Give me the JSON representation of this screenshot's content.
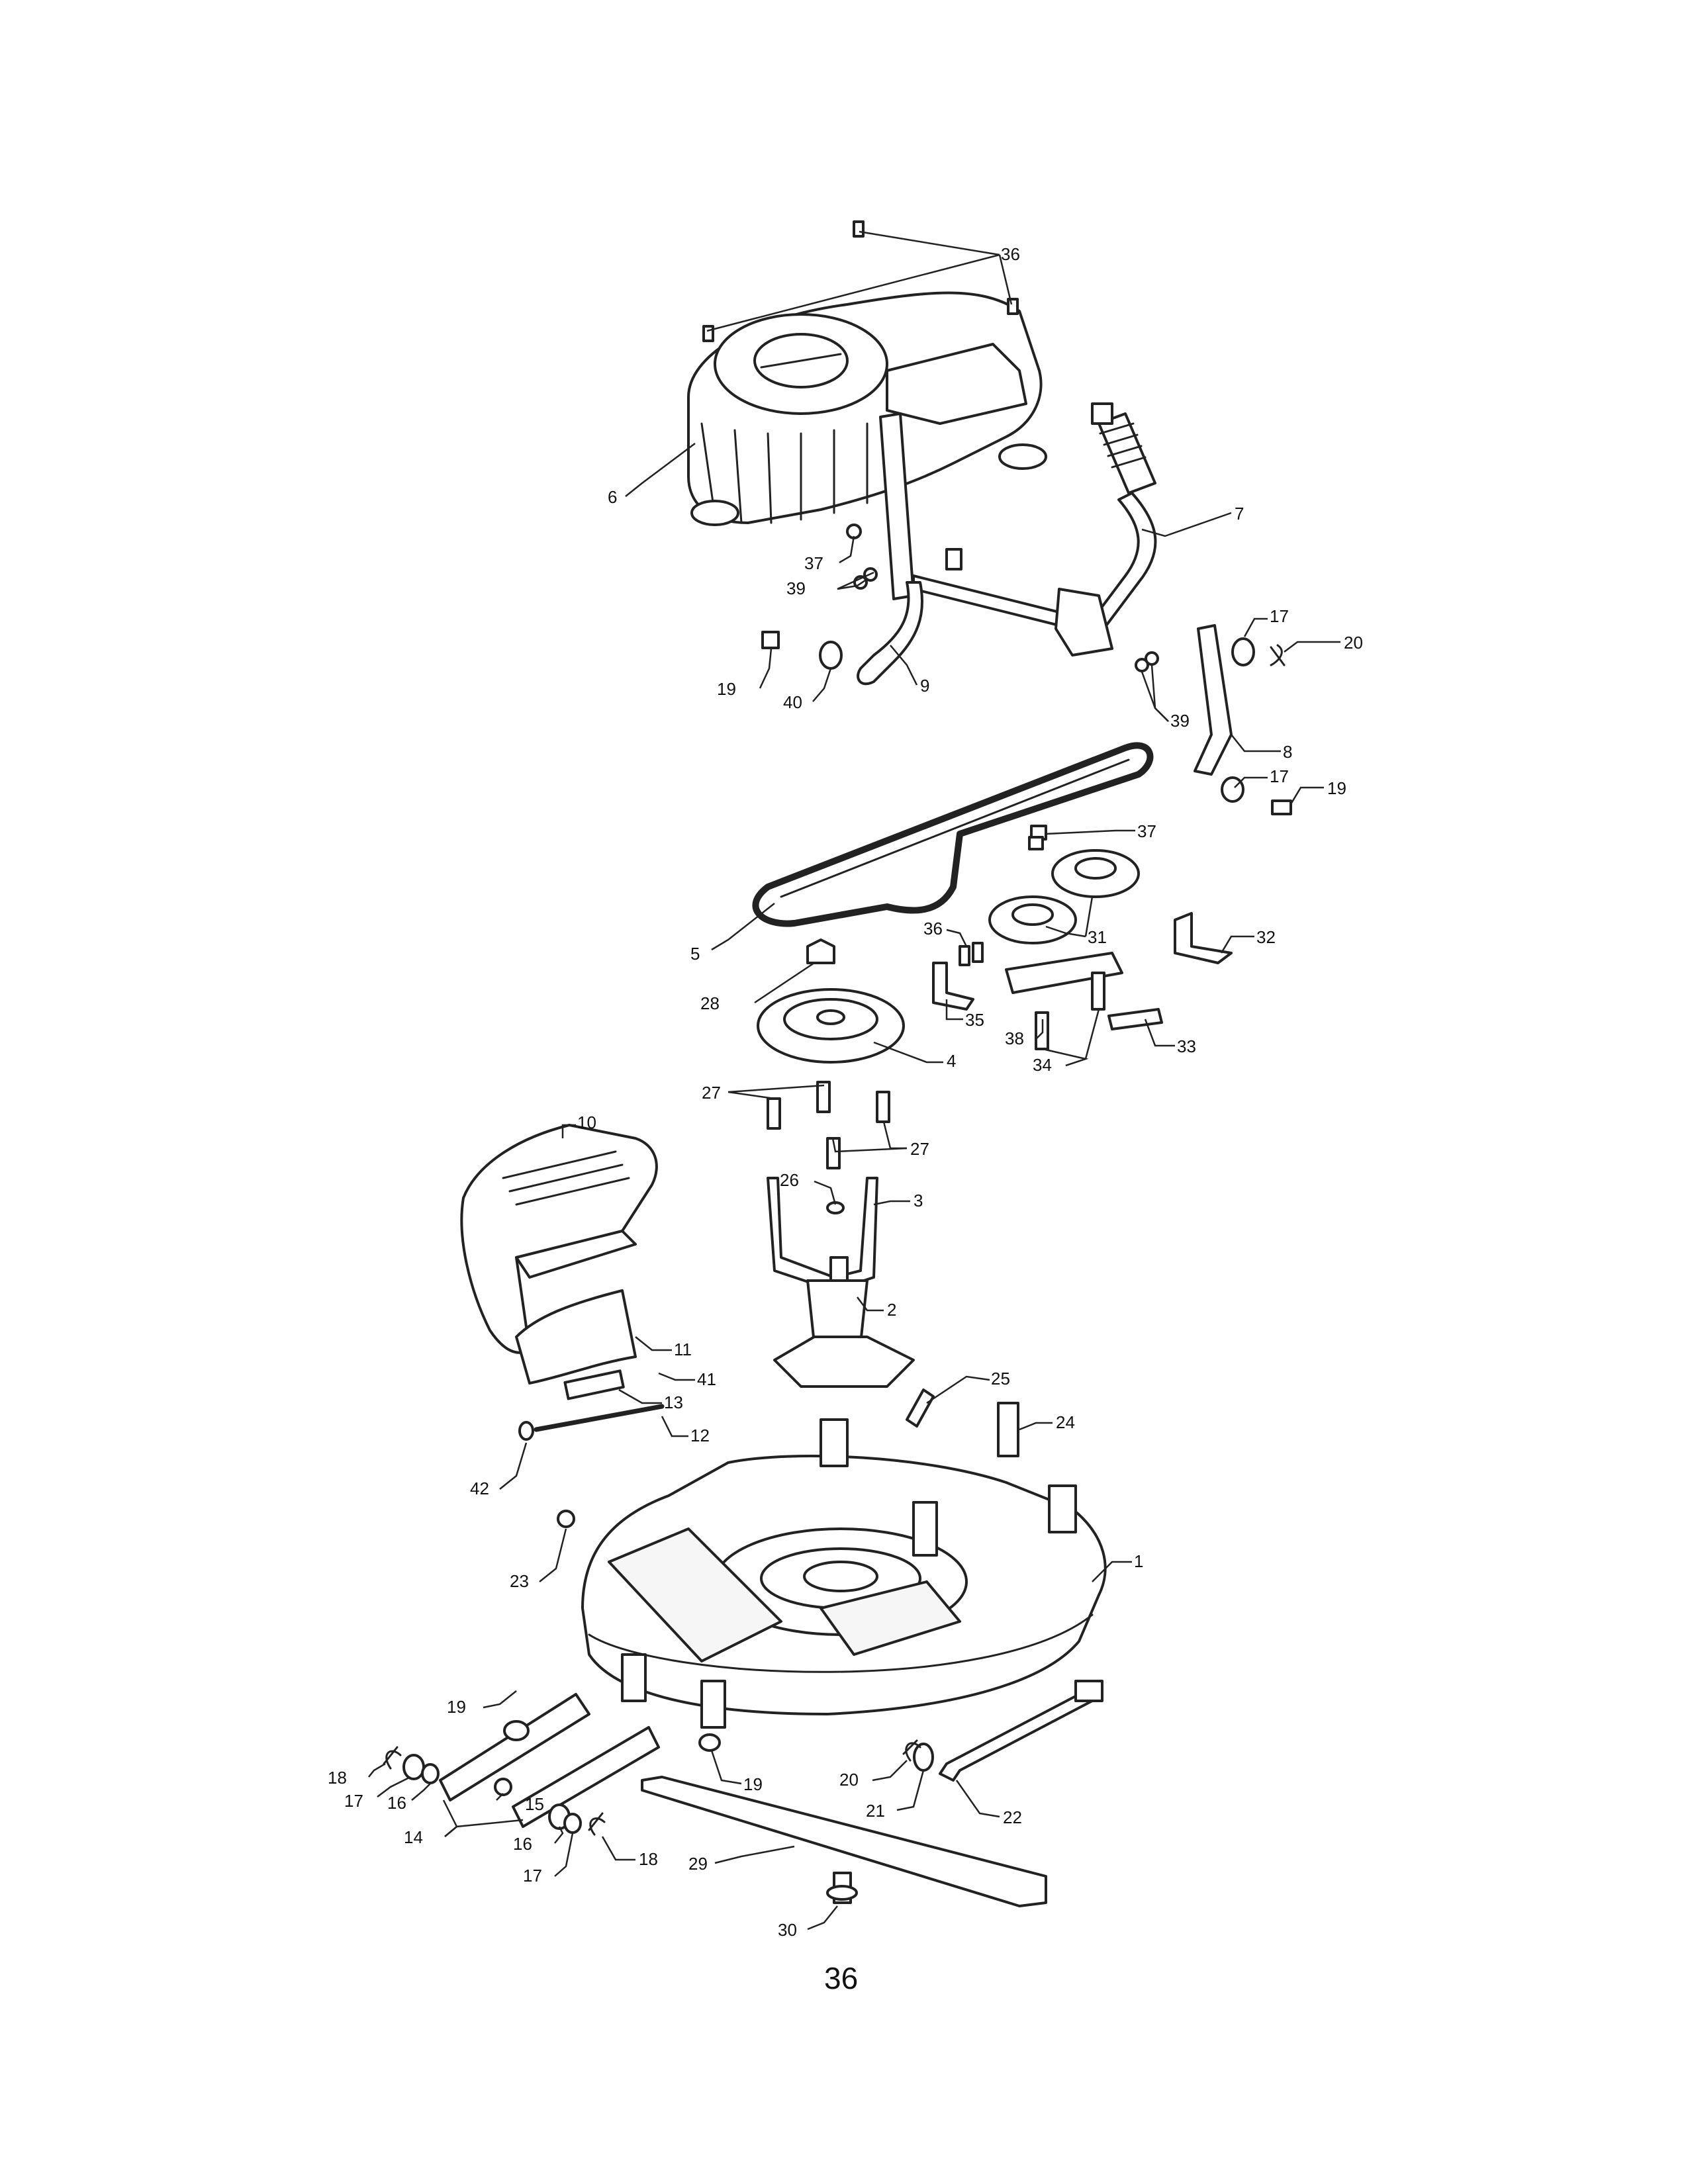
{
  "page": {
    "number": "36"
  },
  "callouts": [
    {
      "id": "c36a",
      "label": "36"
    },
    {
      "id": "c6",
      "label": "6"
    },
    {
      "id": "c7",
      "label": "7"
    },
    {
      "id": "c37a",
      "label": "37"
    },
    {
      "id": "c39a",
      "label": "39"
    },
    {
      "id": "c19a",
      "label": "19"
    },
    {
      "id": "c40",
      "label": "40"
    },
    {
      "id": "c9",
      "label": "9"
    },
    {
      "id": "c17a",
      "label": "17"
    },
    {
      "id": "c20a",
      "label": "20"
    },
    {
      "id": "c39b",
      "label": "39"
    },
    {
      "id": "c8",
      "label": "8"
    },
    {
      "id": "c17b",
      "label": "17"
    },
    {
      "id": "c19b",
      "label": "19"
    },
    {
      "id": "c37b",
      "label": "37"
    },
    {
      "id": "c5",
      "label": "5"
    },
    {
      "id": "c36b",
      "label": "36"
    },
    {
      "id": "c31",
      "label": "31"
    },
    {
      "id": "c32",
      "label": "32"
    },
    {
      "id": "c28",
      "label": "28"
    },
    {
      "id": "c35",
      "label": "35"
    },
    {
      "id": "c38",
      "label": "38"
    },
    {
      "id": "c34",
      "label": "34"
    },
    {
      "id": "c33",
      "label": "33"
    },
    {
      "id": "c4",
      "label": "4"
    },
    {
      "id": "c27a",
      "label": "27"
    },
    {
      "id": "c27b",
      "label": "27"
    },
    {
      "id": "c10",
      "label": "10"
    },
    {
      "id": "c26",
      "label": "26"
    },
    {
      "id": "c3",
      "label": "3"
    },
    {
      "id": "c2",
      "label": "2"
    },
    {
      "id": "c11",
      "label": "11"
    },
    {
      "id": "c41",
      "label": "41"
    },
    {
      "id": "c13",
      "label": "13"
    },
    {
      "id": "c25",
      "label": "25"
    },
    {
      "id": "c24",
      "label": "24"
    },
    {
      "id": "c12",
      "label": "12"
    },
    {
      "id": "c42",
      "label": "42"
    },
    {
      "id": "c1",
      "label": "1"
    },
    {
      "id": "c23",
      "label": "23"
    },
    {
      "id": "c19c",
      "label": "19"
    },
    {
      "id": "c18a",
      "label": "18"
    },
    {
      "id": "c17c",
      "label": "17"
    },
    {
      "id": "c16a",
      "label": "16"
    },
    {
      "id": "c15",
      "label": "15"
    },
    {
      "id": "c14",
      "label": "14"
    },
    {
      "id": "c19d",
      "label": "19"
    },
    {
      "id": "c20b",
      "label": "20"
    },
    {
      "id": "c21",
      "label": "21"
    },
    {
      "id": "c22",
      "label": "22"
    },
    {
      "id": "c16b",
      "label": "16"
    },
    {
      "id": "c17d",
      "label": "17"
    },
    {
      "id": "c18b",
      "label": "18"
    },
    {
      "id": "c29",
      "label": "29"
    },
    {
      "id": "c30",
      "label": "30"
    }
  ]
}
